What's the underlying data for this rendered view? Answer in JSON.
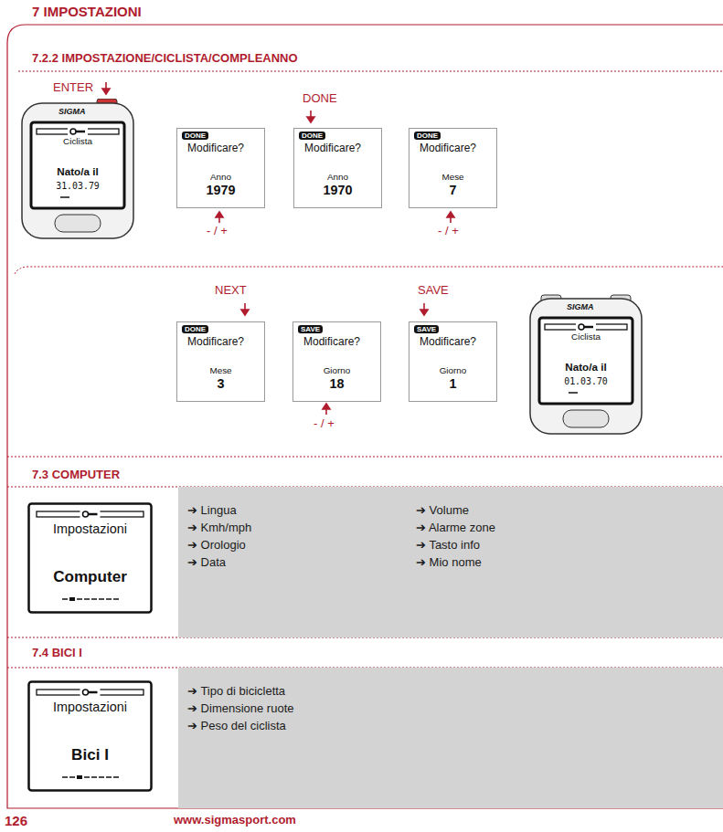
{
  "diagram": {
    "title": "7 IMPOSTAZIONI",
    "nodes": [
      {
        "text": [
          "7.2.2 IMPOSTAZIONE/CICLISTA/COMPLEANNO"
        ]
      },
      {
        "text": [
          "Ciclista",
          "Nato/a il",
          "31.03.79"
        ],
        "in": 0
      },
      {
        "text": [
          "DONE",
          "Modificare?",
          "Anno",
          "1979"
        ],
        "in": 0
      },
      {
        "text": [
          "DONE",
          "Modificare?",
          "Anno",
          "1970"
        ],
        "in": 0
      },
      {
        "text": [
          "DONE",
          "Modificare?",
          "Mese",
          "7"
        ],
        "in": 0
      },
      {
        "text": [
          "DONE",
          "Modificare?",
          "Mese",
          "3"
        ],
        "in": 0
      },
      {
        "text": [
          "SAVE",
          "Modificare?",
          "Giorno",
          "18"
        ],
        "in": 0
      },
      {
        "text": [
          "SAVE",
          "Modificare?",
          "Giorno",
          "1"
        ],
        "in": 0
      },
      {
        "text": [
          "Ciclista",
          "Nato/a il",
          "01.03.70"
        ],
        "in": 0
      },
      {
        "text": [
          "7.3 COMPUTER"
        ]
      },
      {
        "text": [
          "Impostazioni",
          "Computer"
        ],
        "in": 9
      },
      {
        "text": [
          "➔ Lingua",
          "➔ Kmh/mph",
          "➔ Orologio",
          "➔ Data",
          "➔ Volume",
          "➔ Alarme zone",
          "➔ Tasto info",
          "➔ Mio nome"
        ],
        "in": 9
      },
      {
        "text": [
          "7.4 BICI I"
        ]
      },
      {
        "text": [
          "Impostazioni",
          "Bici I"
        ],
        "in": 12
      },
      {
        "text": [
          "➔ Tipo di bicicletta",
          "➔ Dimensione ruote",
          "➔ Peso del ciclista"
        ],
        "in": 12
      }
    ],
    "labels": [
      "ENTER",
      "SIGMA",
      "DONE",
      "- / +",
      "- / +",
      "NEXT",
      "SAVE",
      "- / +",
      "SIGMA",
      "126",
      "www.sigmasport.com"
    ]
  }
}
